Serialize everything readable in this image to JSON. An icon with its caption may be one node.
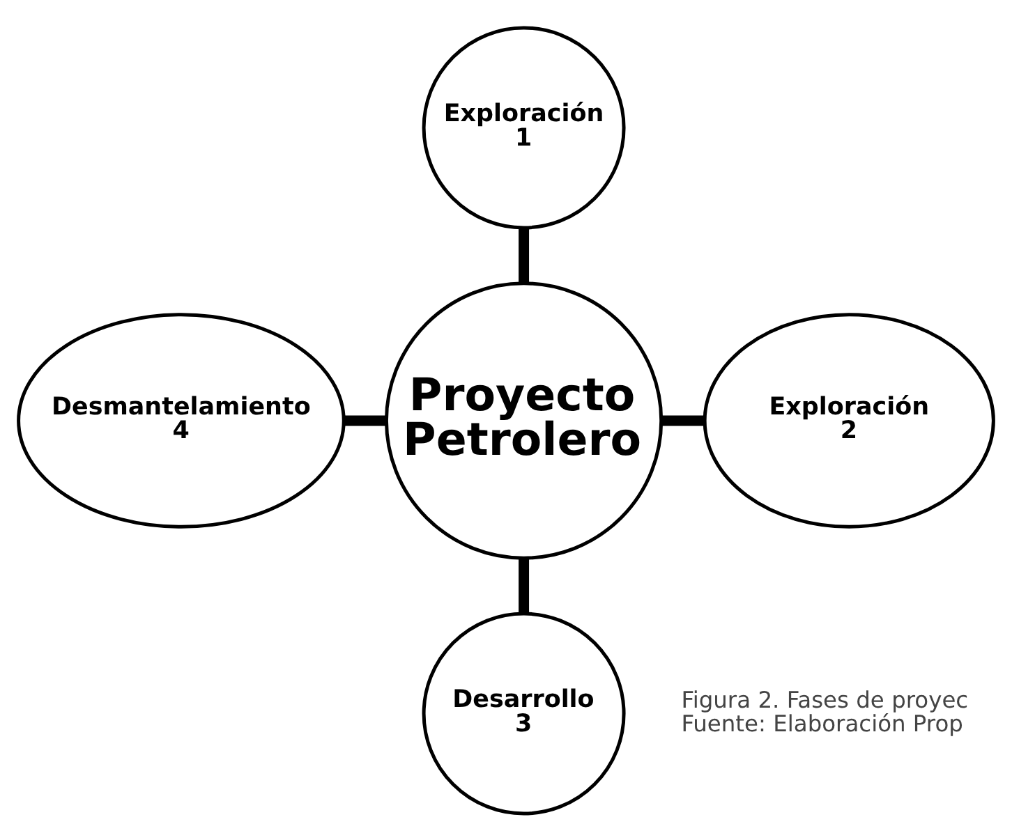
{
  "diagram": {
    "nodes": [
      {
        "text": [
          "Exploración",
          "1"
        ]
      },
      {
        "text": [
          "Desmantelamiento",
          "4"
        ]
      },
      {
        "text": [
          "Proyecto Petrolero"
        ]
      },
      {
        "text": [
          "Exploración",
          "2"
        ]
      },
      {
        "text": [
          "Desarrollo",
          "3"
        ]
      }
    ],
    "edges": [
      {
        "from": 0,
        "to": 2,
        "arrow": "none"
      },
      {
        "from": 1,
        "to": 2,
        "arrow": "none"
      },
      {
        "from": 2,
        "to": 3,
        "arrow": "none"
      },
      {
        "from": 2,
        "to": 4,
        "arrow": "none"
      }
    ],
    "labels": [
      "Figura 2. Fases de proyec",
      "Fuente: Elaboración Prop"
    ]
  }
}
